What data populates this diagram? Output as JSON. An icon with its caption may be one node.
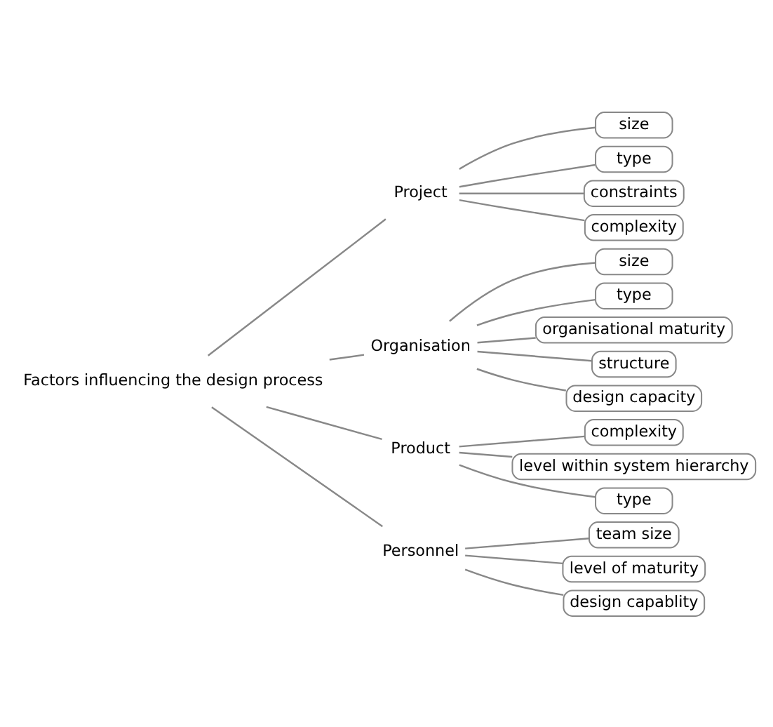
{
  "diagram": {
    "nodes": [
      {
        "text": [
          "Factors influencing the design process"
        ]
      },
      {
        "text": [
          "Project"
        ]
      },
      {
        "text": [
          "size"
        ]
      },
      {
        "text": [
          "type"
        ]
      },
      {
        "text": [
          "constraints"
        ]
      },
      {
        "text": [
          "complexity"
        ]
      },
      {
        "text": [
          "Organisation"
        ]
      },
      {
        "text": [
          "size"
        ]
      },
      {
        "text": [
          "type"
        ]
      },
      {
        "text": [
          "organisational maturity"
        ]
      },
      {
        "text": [
          "structure"
        ]
      },
      {
        "text": [
          "design capacity"
        ]
      },
      {
        "text": [
          "Product"
        ]
      },
      {
        "text": [
          "complexity"
        ]
      },
      {
        "text": [
          "level within system hierarchy"
        ]
      },
      {
        "text": [
          "type"
        ]
      },
      {
        "text": [
          "Personnel"
        ]
      },
      {
        "text": [
          "team size"
        ]
      },
      {
        "text": [
          "level of maturity"
        ]
      },
      {
        "text": [
          "design capablity"
        ]
      }
    ],
    "edges": [
      {
        "from": 0,
        "to": 1,
        "arrow": "none"
      },
      {
        "from": 1,
        "to": 2,
        "arrow": "none"
      },
      {
        "from": 1,
        "to": 3,
        "arrow": "none"
      },
      {
        "from": 1,
        "to": 4,
        "arrow": "none"
      },
      {
        "from": 1,
        "to": 5,
        "arrow": "none"
      },
      {
        "from": 0,
        "to": 6,
        "arrow": "none"
      },
      {
        "from": 6,
        "to": 7,
        "arrow": "none"
      },
      {
        "from": 6,
        "to": 8,
        "arrow": "none"
      },
      {
        "from": 6,
        "to": 9,
        "arrow": "none"
      },
      {
        "from": 6,
        "to": 10,
        "arrow": "none"
      },
      {
        "from": 6,
        "to": 11,
        "arrow": "none"
      },
      {
        "from": 0,
        "to": 12,
        "arrow": "none"
      },
      {
        "from": 12,
        "to": 13,
        "arrow": "none"
      },
      {
        "from": 12,
        "to": 14,
        "arrow": "none"
      },
      {
        "from": 12,
        "to": 15,
        "arrow": "none"
      },
      {
        "from": 0,
        "to": 16,
        "arrow": "none"
      },
      {
        "from": 16,
        "to": 17,
        "arrow": "none"
      },
      {
        "from": 16,
        "to": 18,
        "arrow": "none"
      },
      {
        "from": 16,
        "to": 19,
        "arrow": "none"
      }
    ]
  }
}
